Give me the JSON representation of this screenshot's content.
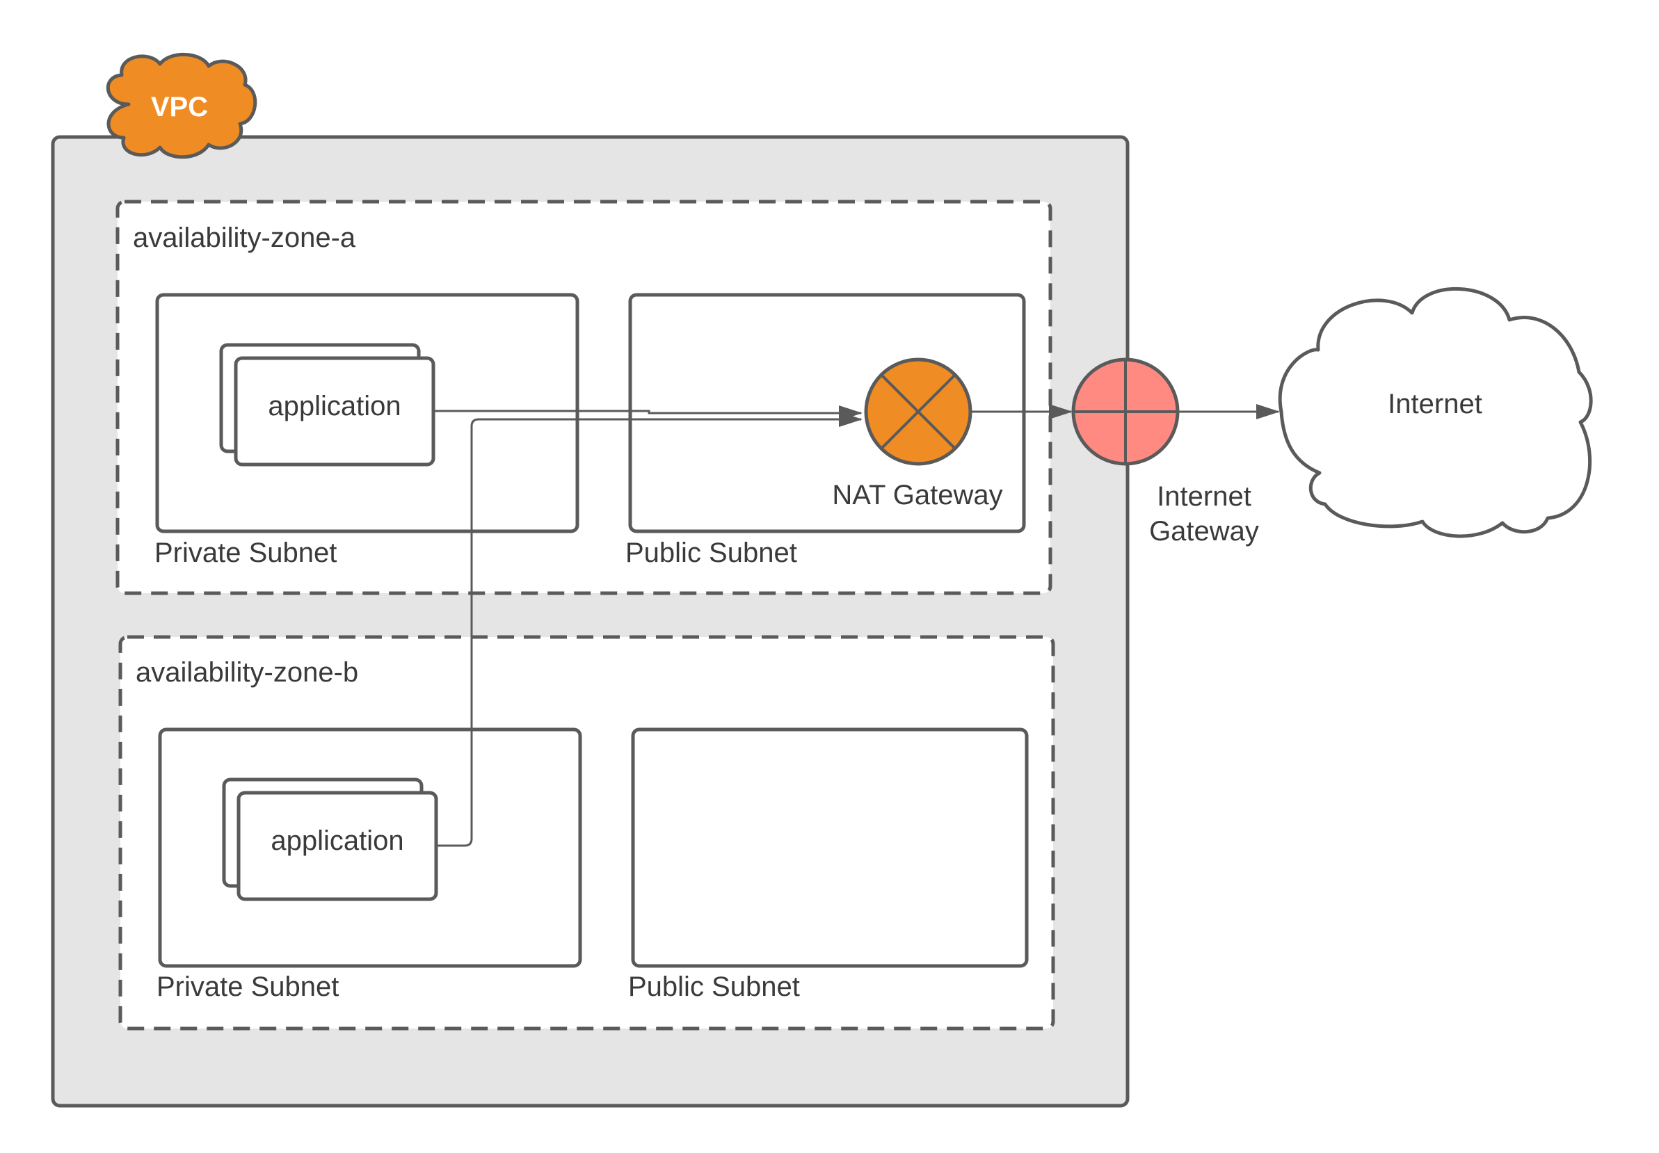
{
  "vpc": {
    "label": "VPC",
    "color": "#ef8c23",
    "fill": "#e5e5e5"
  },
  "zones": [
    {
      "label": "availability-zone-a",
      "private_subnet": {
        "label": "Private Subnet",
        "app_label": "application"
      },
      "public_subnet": {
        "label": "Public Subnet",
        "nat_label": "NAT Gateway"
      }
    },
    {
      "label": "availability-zone-b",
      "private_subnet": {
        "label": "Private Subnet",
        "app_label": "application"
      },
      "public_subnet": {
        "label": "Public Subnet"
      }
    }
  ],
  "nat_gateway": {
    "label": "NAT Gateway",
    "color": "#ef8c23"
  },
  "internet_gateway": {
    "label_line1": "Internet",
    "label_line2": "Gateway",
    "color": "#fe8a82"
  },
  "internet": {
    "label": "Internet"
  },
  "colors": {
    "stroke": "#5a5a5a",
    "text": "#3a3a3a"
  }
}
